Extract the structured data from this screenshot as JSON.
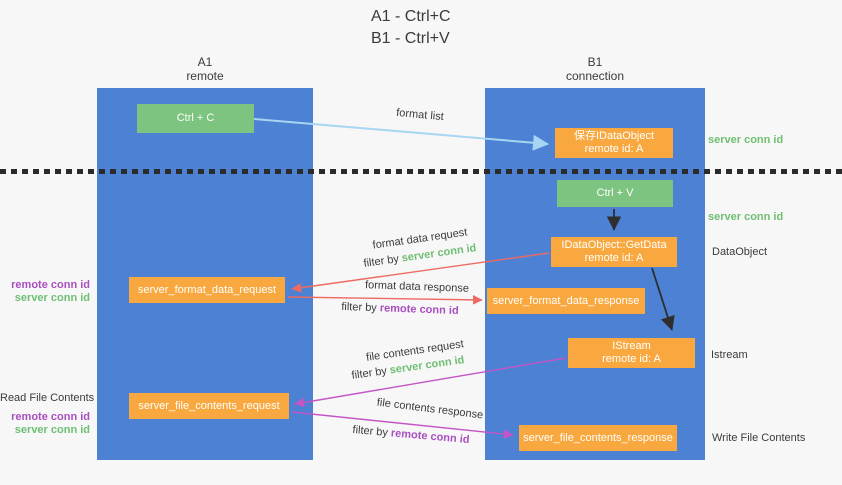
{
  "title": {
    "line1": "A1 - Ctrl+C",
    "line2": "B1 - Ctrl+V"
  },
  "columns": {
    "left": {
      "id": "A1",
      "subtitle": "remote"
    },
    "right": {
      "id": "B1",
      "subtitle": "connection"
    }
  },
  "nodes": {
    "ctrl_c": {
      "label": "Ctrl + C"
    },
    "save_dataobject": {
      "label": "保存IDataObject",
      "sublabel": "remote id: A"
    },
    "ctrl_v": {
      "label": "Ctrl + V"
    },
    "getdata": {
      "label": "IDataObject::GetData",
      "sublabel": "remote id: A"
    },
    "server_format_data_request": {
      "label": "server_format_data_request"
    },
    "server_format_data_response": {
      "label": "server_format_data_response"
    },
    "istream": {
      "label": "IStream",
      "sublabel": "remote id: A"
    },
    "server_file_contents_request": {
      "label": "server_file_contents_request"
    },
    "server_file_contents_response": {
      "label": "server_file_contents_response"
    }
  },
  "edge_labels": {
    "format_list": "format list",
    "format_data_request": "format data request",
    "format_data_response": "format data response",
    "file_contents_request": "file contents request",
    "file_contents_response": "file contents response",
    "filter_by": "filter by ",
    "server_conn_id": "server conn id",
    "remote_conn_id": "remote conn id"
  },
  "side_labels": {
    "server_conn_id_top": "server conn id",
    "server_conn_id_mid": "server conn id",
    "dataobject": "DataObject",
    "istream": "Istream",
    "write_file_contents": "Write File Contents",
    "read_file_contents": "Read File Contents",
    "remote_conn_id": "remote conn id",
    "server_conn_id": "server conn id"
  },
  "colors": {
    "background": "#F7F7F8",
    "column_blue": "#4C81D4",
    "node_orange": "#F8A83E",
    "node_green": "#7CC47F",
    "arrow_light_blue": "#A8D5F2",
    "arrow_red": "#EE6B62",
    "arrow_magenta": "#C455C8",
    "arrow_black": "#2E2E2E",
    "text_green": "#6FBF72",
    "text_purple": "#A94FBF",
    "text_dark": "#3B3B3B"
  }
}
